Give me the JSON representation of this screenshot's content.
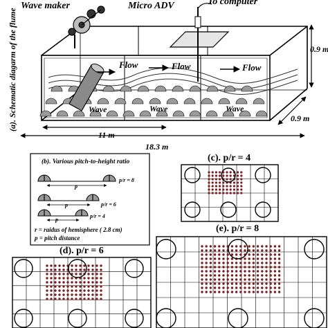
{
  "flume": {
    "wave_maker_label": "Wave maker",
    "adv_label": "Micro ADV",
    "computer_label": "To computer",
    "side_caption": "(a). Schematic diagarm of the flume",
    "flow_labels": [
      "Flow",
      "Flow",
      "Flow"
    ],
    "wave_labels": [
      "Wave",
      "Wave",
      "Wave"
    ],
    "dim_height": "0.9 m",
    "dim_width": "0.9 m",
    "dim_test_length": "11 m",
    "dim_total_length": "18.3 m"
  },
  "pitch_panel": {
    "title": "(b). Various pitch-to-height ratio",
    "p_label": "p",
    "ratios": [
      "p/r = 8",
      "p/r = 6",
      "p/r = 4"
    ],
    "legend_r": "r = raidus of hemisphere ( 2.8 cm)",
    "legend_p": "p = pitch distance"
  },
  "arrays": {
    "c_title": "(c). p/r = 4",
    "d_title": "(d). p/r = 6",
    "e_title": "(e). p/r = 8"
  },
  "colors": {
    "dot": "#7a1f1f",
    "hemisphere": "#9a9a9a",
    "line": "#000000"
  }
}
